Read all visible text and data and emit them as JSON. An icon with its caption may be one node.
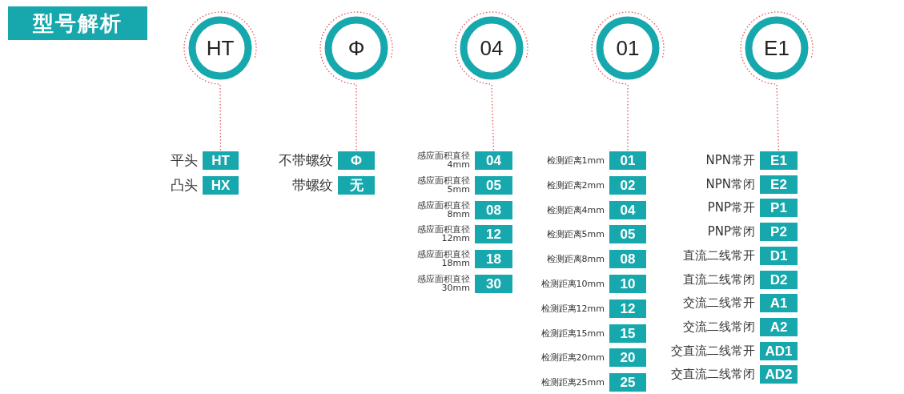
{
  "diagram": {
    "title": "型号解析",
    "nodes": [
      {
        "text": [
          "HT"
        ]
      },
      {
        "text": [
          "Φ"
        ]
      },
      {
        "text": [
          "04"
        ]
      },
      {
        "text": [
          "01"
        ]
      },
      {
        "text": [
          "E1"
        ]
      },
      {
        "text": [
          "HT"
        ],
        "beside": [
          "平头"
        ]
      },
      {
        "text": [
          "HX"
        ],
        "beside": [
          "凸头"
        ]
      },
      {
        "text": [
          "Φ"
        ],
        "beside": [
          "不带螺纹"
        ]
      },
      {
        "text": [
          "无"
        ],
        "beside": [
          "带螺纹"
        ]
      },
      {
        "text": [
          "04"
        ],
        "beside": [
          "感应面积直径 4mm"
        ]
      },
      {
        "text": [
          "05"
        ],
        "beside": [
          "感应面积直径 5mm"
        ]
      },
      {
        "text": [
          "08"
        ],
        "beside": [
          "感应面积直径 8mm"
        ]
      },
      {
        "text": [
          "12"
        ],
        "beside": [
          "感应面积直径 12mm"
        ]
      },
      {
        "text": [
          "18"
        ],
        "beside": [
          "感应面积直径 18mm"
        ]
      },
      {
        "text": [
          "30"
        ],
        "beside": [
          "感应面积直径 30mm"
        ]
      },
      {
        "text": [
          "01"
        ],
        "beside": [
          "检测距离1mm"
        ]
      },
      {
        "text": [
          "02"
        ],
        "beside": [
          "检测距离2mm"
        ]
      },
      {
        "text": [
          "04"
        ],
        "beside": [
          "检测距离4mm"
        ]
      },
      {
        "text": [
          "05"
        ],
        "beside": [
          "检测距离5mm"
        ]
      },
      {
        "text": [
          "08"
        ],
        "beside": [
          "检测距离8mm"
        ]
      },
      {
        "text": [
          "10"
        ],
        "beside": [
          "检测距离10mm"
        ]
      },
      {
        "text": [
          "12"
        ],
        "beside": [
          "检测距离12mm"
        ]
      },
      {
        "text": [
          "15"
        ],
        "beside": [
          "检测距离15mm"
        ]
      },
      {
        "text": [
          "20"
        ],
        "beside": [
          "检测距离20mm"
        ]
      },
      {
        "text": [
          "25"
        ],
        "beside": [
          "检测距离25mm"
        ]
      },
      {
        "text": [
          "E1"
        ],
        "beside": [
          "NPN常开"
        ]
      },
      {
        "text": [
          "E2"
        ],
        "beside": [
          "NPN常闭"
        ]
      },
      {
        "text": [
          "P1"
        ],
        "beside": [
          "PNP常开"
        ]
      },
      {
        "text": [
          "P2"
        ],
        "beside": [
          "PNP常闭"
        ]
      },
      {
        "text": [
          "D1"
        ],
        "beside": [
          "直流二线常开"
        ]
      },
      {
        "text": [
          "D2"
        ],
        "beside": [
          "直流二线常闭"
        ]
      },
      {
        "text": [
          "A1"
        ],
        "beside": [
          "交流二线常开"
        ]
      },
      {
        "text": [
          "A2"
        ],
        "beside": [
          "交流二线常闭"
        ]
      },
      {
        "text": [
          "AD1"
        ],
        "beside": [
          "交直流二线常开"
        ]
      },
      {
        "text": [
          "AD2"
        ],
        "beside": [
          "交直流二线常闭"
        ]
      }
    ],
    "edges": [
      {
        "from": 0,
        "to": 5,
        "arrow": "none",
        "style": "dashed",
        "color": "#e8505b"
      },
      {
        "from": 1,
        "to": 7,
        "arrow": "none",
        "style": "dashed",
        "color": "#e8505b"
      },
      {
        "from": 2,
        "to": 9,
        "arrow": "none",
        "style": "dashed",
        "color": "#e8505b"
      },
      {
        "from": 3,
        "to": 15,
        "arrow": "none",
        "style": "dashed",
        "color": "#e8505b"
      },
      {
        "from": 4,
        "to": 25,
        "arrow": "none",
        "style": "dashed",
        "color": "#e8505b"
      }
    ]
  }
}
